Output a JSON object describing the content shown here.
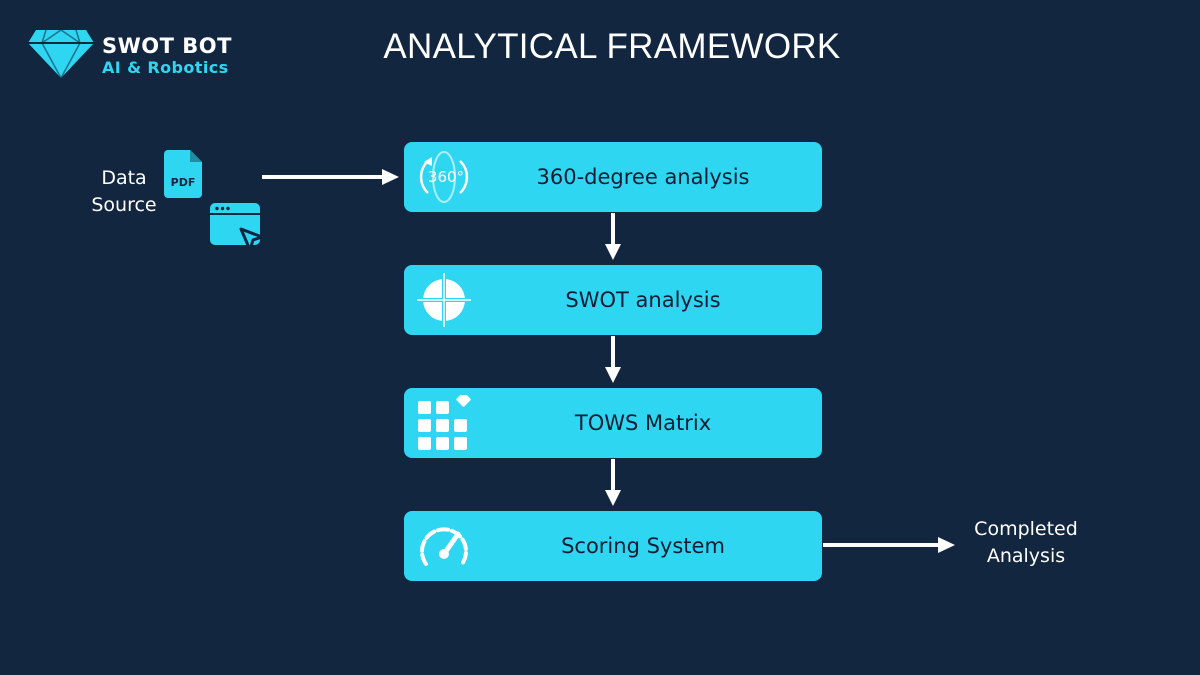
{
  "brand": {
    "name": "SWOT BOT",
    "tagline": "AI & Robotics"
  },
  "title": "ANALYTICAL FRAMEWORK",
  "input": {
    "label_lines": [
      "Data",
      "Source"
    ],
    "file_badge": "PDF",
    "icons": [
      "pdf-file-icon",
      "browser-window-cursor-icon"
    ]
  },
  "steps": [
    {
      "label": "360-degree analysis",
      "icon": "360-rotation-icon",
      "icon_text": "360°"
    },
    {
      "label": "SWOT analysis",
      "icon": "quadrant-circle-icon"
    },
    {
      "label": "TOWS Matrix",
      "icon": "grid-matrix-icon"
    },
    {
      "label": "Scoring System",
      "icon": "speedometer-gauge-icon"
    }
  ],
  "output": {
    "label_lines": [
      "Completed",
      "Analysis"
    ]
  },
  "colors": {
    "background": "#12263f",
    "accent": "#2fd6f2",
    "text_on_accent": "#0e1d33",
    "text": "#ffffff"
  }
}
